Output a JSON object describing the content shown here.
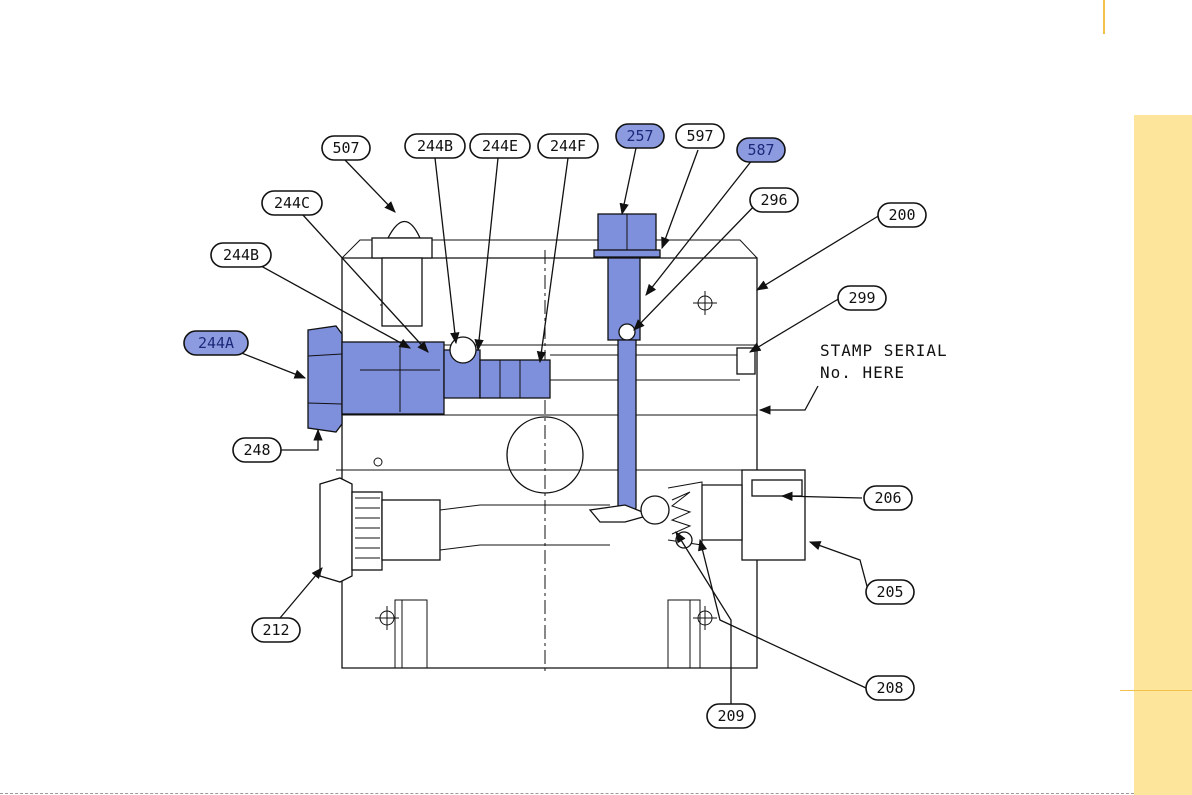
{
  "colors": {
    "highlight_fill": "#8c9be0",
    "part_fill": "#7e8fdc",
    "side_panel": "#fde59b",
    "accent_rule": "#f2c14a"
  },
  "labels": {
    "l507": "507",
    "l244b_top": "244B",
    "l244e": "244E",
    "l244f": "244F",
    "l257": "257",
    "l597": "597",
    "l587": "587",
    "l244c": "244C",
    "l296": "296",
    "l200": "200",
    "l244b_left": "244B",
    "l299": "299",
    "l244a": "244A",
    "l248": "248",
    "l206": "206",
    "l205": "205",
    "l212": "212",
    "l208": "208",
    "l209": "209"
  },
  "highlighted_labels": [
    "257",
    "587",
    "244A"
  ],
  "note": {
    "line1": "STAMP SERIAL",
    "line2": "No. HERE"
  }
}
